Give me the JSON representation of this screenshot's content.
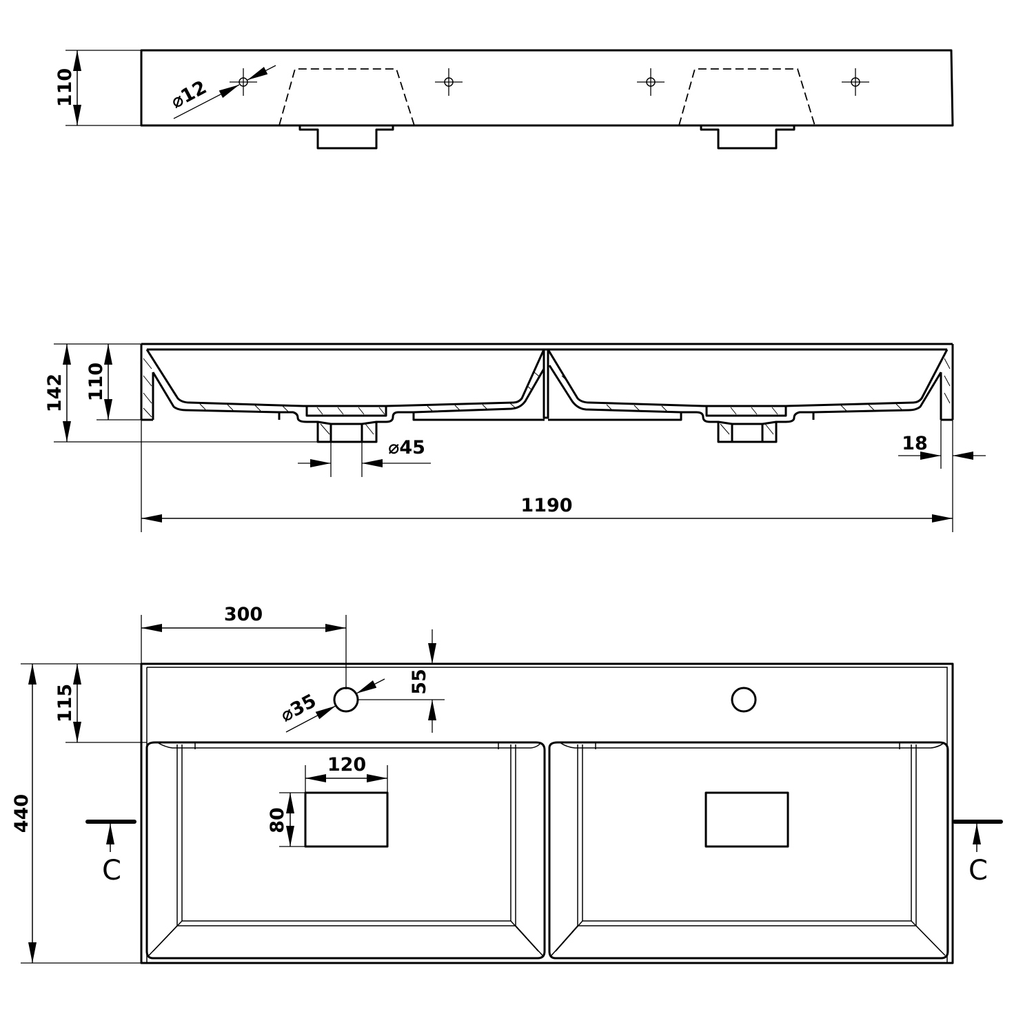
{
  "front_view": {
    "height": "110",
    "tap_hole_diameter": "⌀12"
  },
  "section_view": {
    "total_height": "142",
    "rim_height": "110",
    "drain_diameter": "⌀45",
    "wall_thickness": "18",
    "width": "1190"
  },
  "plan_view": {
    "hole_offset": "300",
    "back_ledge": "115",
    "hole_from_edge": "55",
    "hole_diameter": "⌀35",
    "drain_width": "120",
    "drain_depth": "80",
    "depth": "440",
    "section_mark_left": "C",
    "section_mark_right": "C"
  }
}
